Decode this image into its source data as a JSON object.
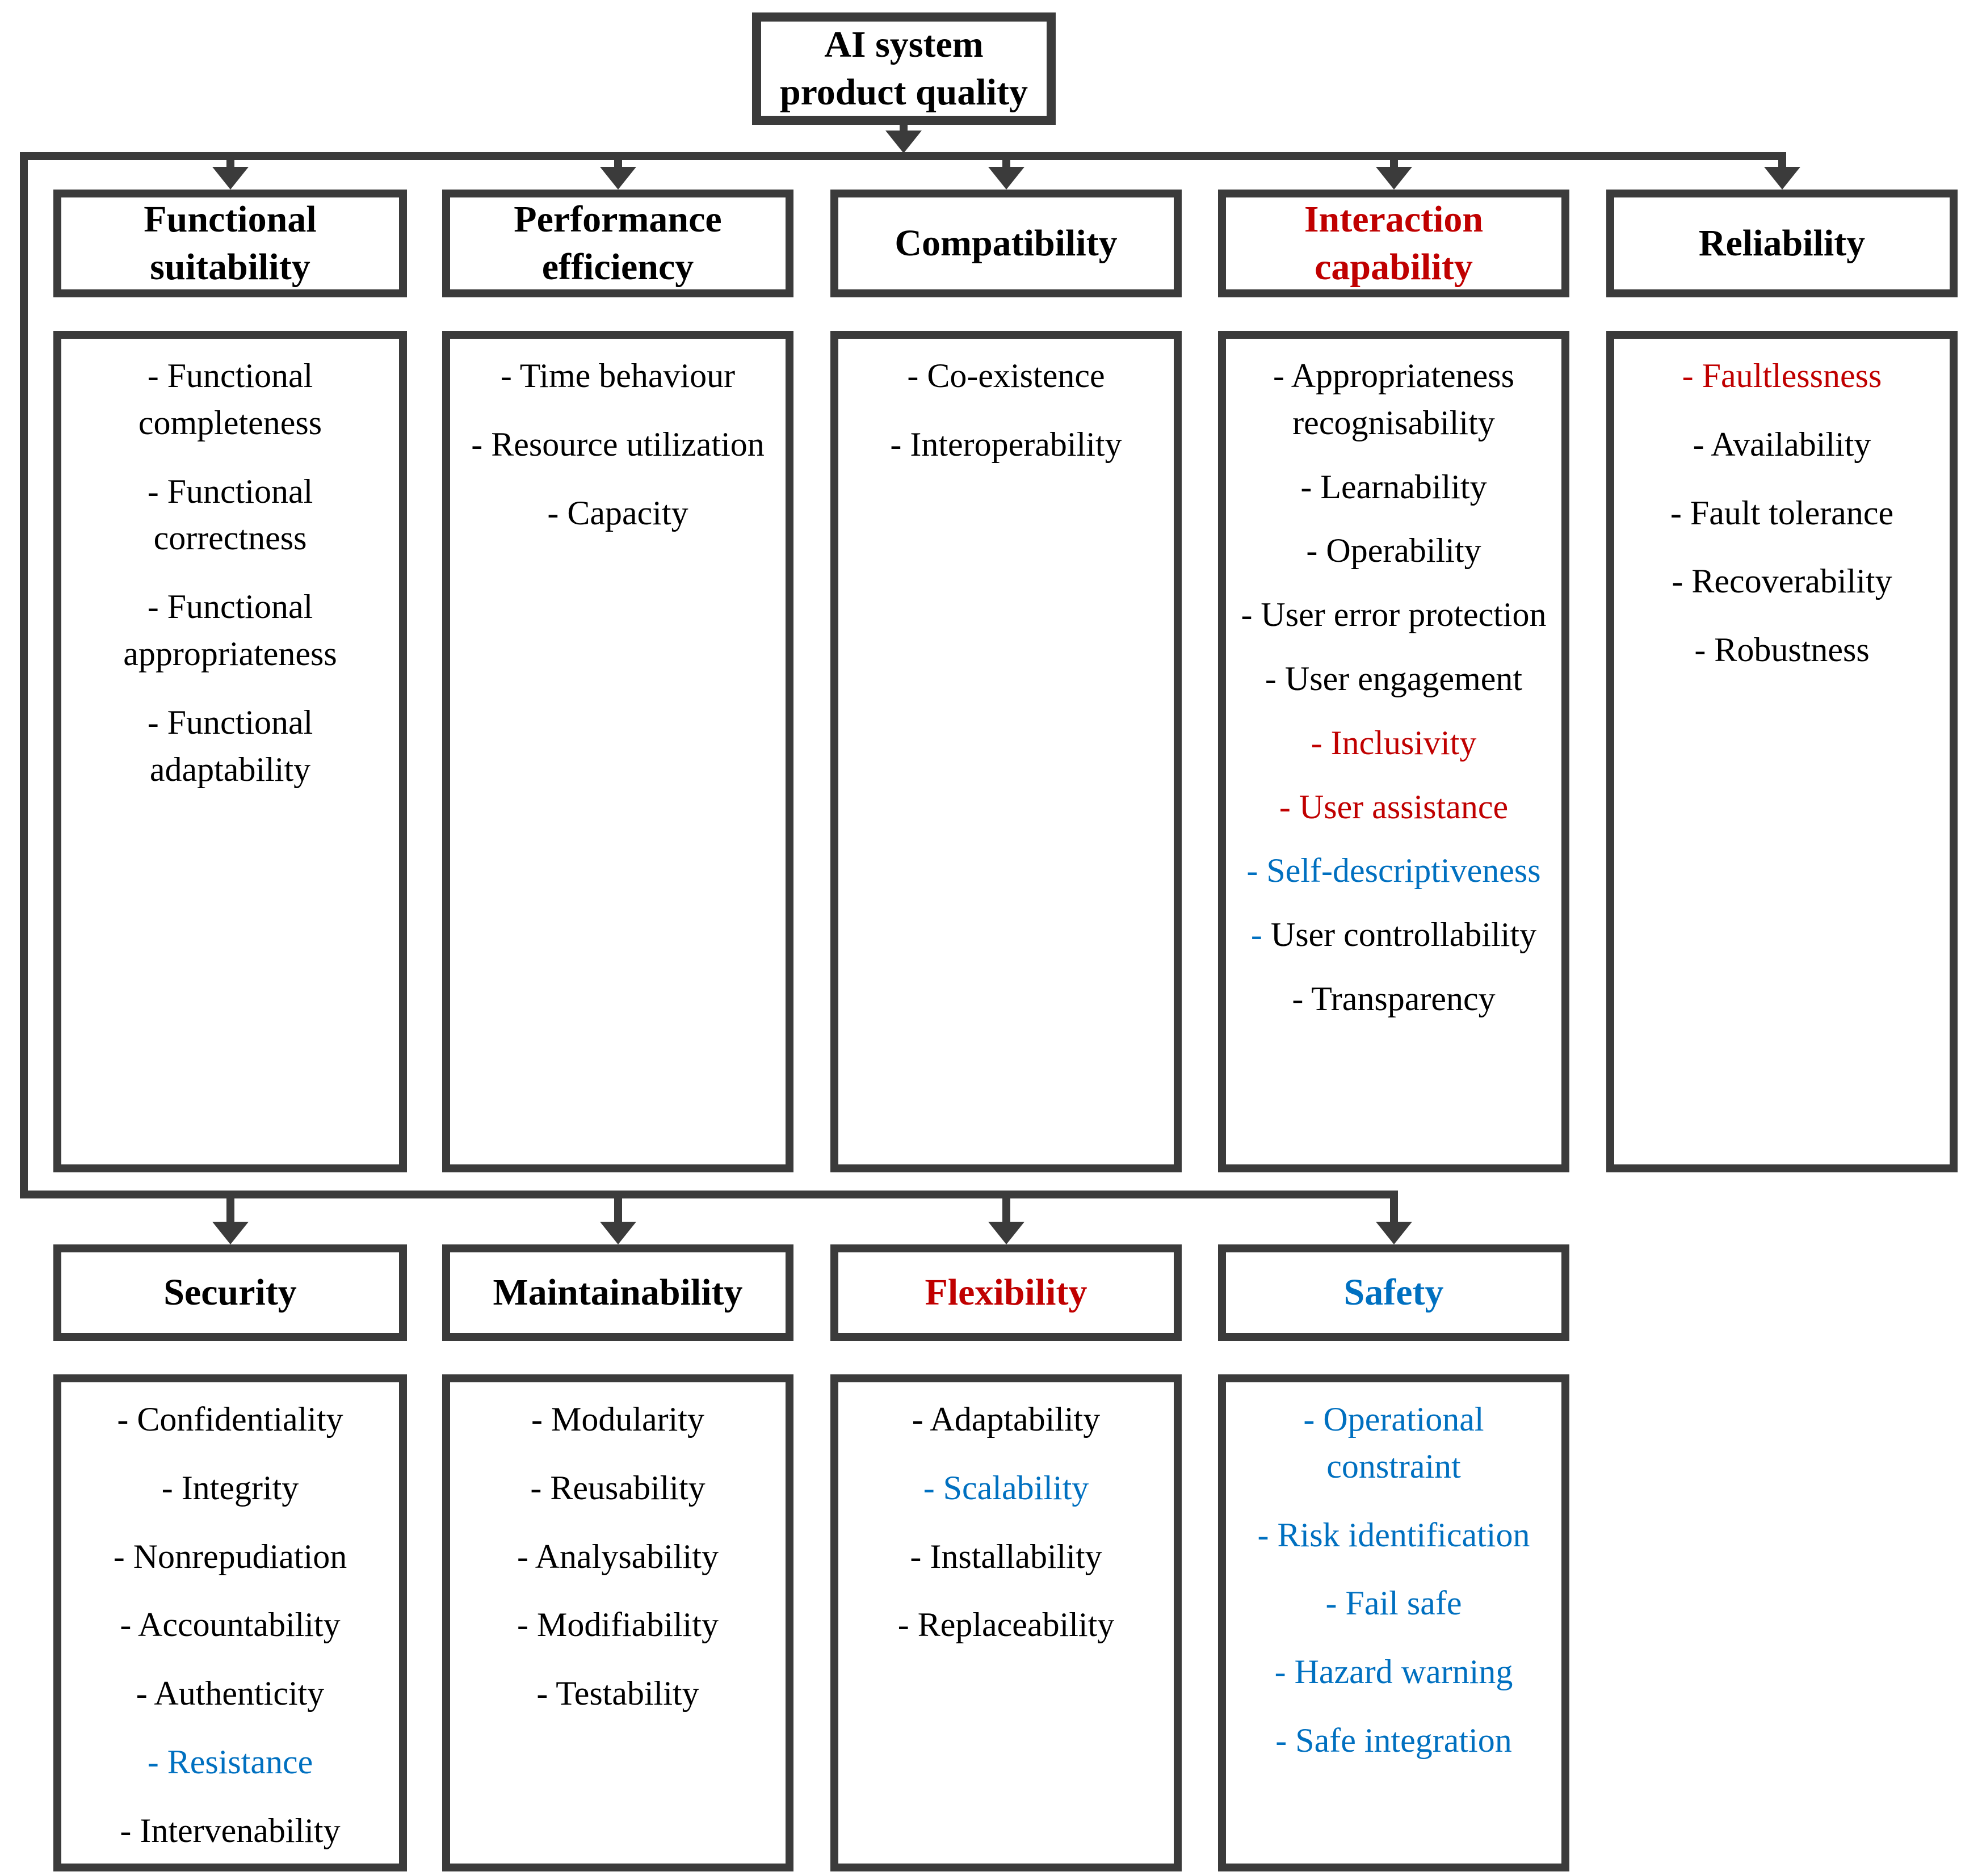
{
  "palette": {
    "black": "#000000",
    "red": "#c00000",
    "blue": "#0070c0",
    "line": "#3b3b3b",
    "background": "#ffffff"
  },
  "root": {
    "label": "AI system product quality"
  },
  "rows": [
    {
      "columns": [
        {
          "title": "Functional suitability",
          "title_color": "black",
          "items": [
            {
              "text": "Functional completeness",
              "color": "black"
            },
            {
              "text": "Functional correctness",
              "color": "black"
            },
            {
              "text": "Functional appropriateness",
              "color": "black"
            },
            {
              "text": "Functional adaptability",
              "color": "black"
            }
          ]
        },
        {
          "title": "Performance efficiency",
          "title_color": "black",
          "items": [
            {
              "text": "Time behaviour",
              "color": "black"
            },
            {
              "text": "Resource utilization",
              "color": "black"
            },
            {
              "text": "Capacity",
              "color": "black"
            }
          ]
        },
        {
          "title": "Compatibility",
          "title_color": "black",
          "items": [
            {
              "text": "Co-existence",
              "color": "black"
            },
            {
              "text": "Interoperability",
              "color": "black"
            }
          ]
        },
        {
          "title": "Interaction capability",
          "title_color": "red",
          "items": [
            {
              "text": "Appropriateness recognisability",
              "color": "black"
            },
            {
              "text": "Learnability",
              "color": "black"
            },
            {
              "text": "Operability",
              "color": "black"
            },
            {
              "text": "User error protection",
              "color": "black"
            },
            {
              "text": "User engagement",
              "color": "black"
            },
            {
              "text": "Inclusivity",
              "color": "red"
            },
            {
              "text": "User assistance",
              "color": "red"
            },
            {
              "text": "Self-descriptiveness",
              "color": "blue"
            },
            {
              "text": "User controllability",
              "color": "black",
              "dash_color": "blue"
            },
            {
              "text": "Transparency",
              "color": "black"
            }
          ]
        },
        {
          "title": "Reliability",
          "title_color": "black",
          "items": [
            {
              "text": "Faultlessness",
              "color": "red"
            },
            {
              "text": "Availability",
              "color": "black"
            },
            {
              "text": "Fault tolerance",
              "color": "black"
            },
            {
              "text": "Recoverability",
              "color": "black"
            },
            {
              "text": "Robustness",
              "color": "black"
            }
          ]
        }
      ]
    },
    {
      "columns": [
        {
          "title": "Security",
          "title_color": "black",
          "items": [
            {
              "text": "Confidentiality",
              "color": "black"
            },
            {
              "text": "Integrity",
              "color": "black"
            },
            {
              "text": "Nonrepudiation",
              "color": "black"
            },
            {
              "text": "Accountability",
              "color": "black"
            },
            {
              "text": "Authenticity",
              "color": "black"
            },
            {
              "text": "Resistance",
              "color": "blue"
            },
            {
              "text": "Intervenability",
              "color": "black"
            }
          ]
        },
        {
          "title": "Maintainability",
          "title_color": "black",
          "items": [
            {
              "text": "Modularity",
              "color": "black"
            },
            {
              "text": "Reusability",
              "color": "black"
            },
            {
              "text": "Analysability",
              "color": "black"
            },
            {
              "text": "Modifiability",
              "color": "black"
            },
            {
              "text": "Testability",
              "color": "black"
            }
          ]
        },
        {
          "title": "Flexibility",
          "title_color": "red",
          "items": [
            {
              "text": "Adaptability",
              "color": "black"
            },
            {
              "text": "Scalability",
              "color": "blue"
            },
            {
              "text": "Installability",
              "color": "black"
            },
            {
              "text": "Replaceability",
              "color": "black"
            }
          ]
        },
        {
          "title": "Safety",
          "title_color": "blue",
          "items": [
            {
              "text": "Operational constraint",
              "color": "blue"
            },
            {
              "text": "Risk identification",
              "color": "blue"
            },
            {
              "text": "Fail safe",
              "color": "blue"
            },
            {
              "text": "Hazard warning",
              "color": "blue"
            },
            {
              "text": "Safe integration",
              "color": "blue"
            }
          ]
        }
      ]
    }
  ]
}
